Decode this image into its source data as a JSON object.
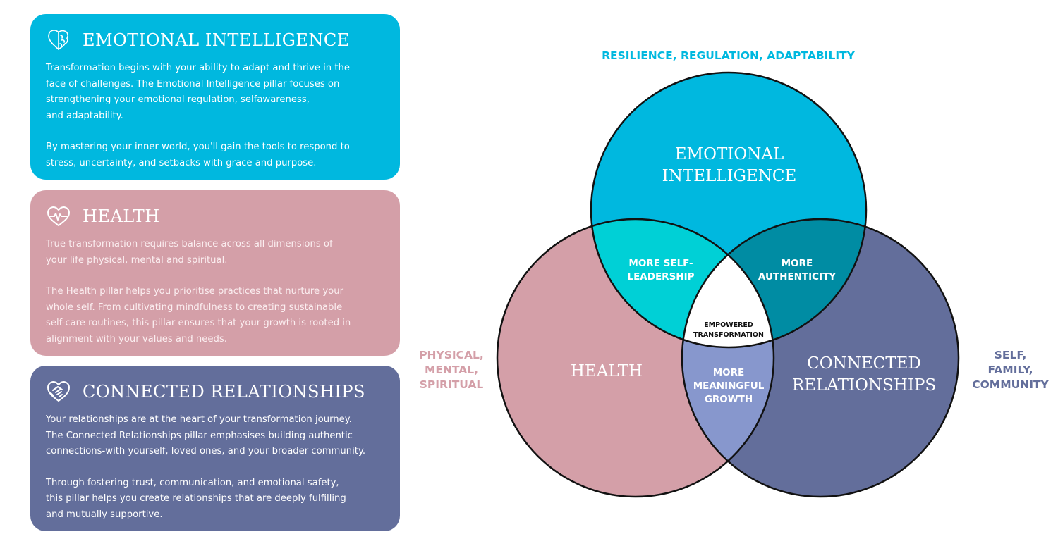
{
  "colors": {
    "emotional_intelligence": "#00b8df",
    "health": "#d49fa8",
    "connected_relationships": "#636e9b",
    "overlap_ei_health": "#00d0d6",
    "overlap_ei_relationships": "#008ca3",
    "overlap_health_relationships": "#8797cd",
    "center": "#ffffff"
  },
  "cards": [
    {
      "icon": "heart-brain-icon",
      "title": "EMOTIONAL INTELLIGENCE",
      "paragraphs": [
        "Transformation begins with your ability to adapt and thrive in the\nface of challenges. The Emotional Intelligence pillar focuses on\nstrengthening your emotional regulation, selfawareness,\nand adaptability.",
        "By mastering your inner world, you'll gain the tools to respond to\nstress, uncertainty, and setbacks with grace and purpose."
      ]
    },
    {
      "icon": "heart-pulse-icon",
      "title": "HEALTH",
      "paragraphs": [
        "True transformation requires balance across all dimensions of\nyour life physical, mental and spiritual.",
        "The Health pillar helps you prioritise practices that nurture your\nwhole self. From cultivating mindfulness to creating sustainable\nself-care routines, this pillar ensures that your growth is rooted in\nalignment with your values and needs."
      ]
    },
    {
      "icon": "heart-handshake-icon",
      "title": "CONNECTED RELATIONSHIPS",
      "paragraphs": [
        "Your relationships are at the heart of your transformation journey.\nThe Connected Relationships pillar emphasises building authentic\nconnections-with yourself, loved ones, and your broader community.",
        "Through fostering trust, communication, and emotional safety,\nthis pillar helps you create relationships that are deeply fulfilling\nand mutually supportive."
      ]
    }
  ],
  "venn": {
    "sets": {
      "top": {
        "line1": "EMOTIONAL",
        "line2": "INTELLIGENCE"
      },
      "left": {
        "line1": "HEALTH"
      },
      "right": {
        "line1": "CONNECTED",
        "line2": "RELATIONSHIPS"
      }
    },
    "overlaps": {
      "top_left": {
        "line1": "MORE SELF-",
        "line2": "LEADERSHIP"
      },
      "top_right": {
        "line1": "MORE",
        "line2": "AUTHENTICITY"
      },
      "bottom": {
        "line1": "MORE",
        "line2": "MEANINGFUL",
        "line3": "GROWTH"
      },
      "center": {
        "line1": "EMPOWERED",
        "line2": "TRANSFORMATION"
      }
    },
    "external_labels": {
      "top": "RESILIENCE, REGULATION, ADAPTABILITY",
      "left": [
        "PHYSICAL,",
        "MENTAL,",
        "SPIRITUAL"
      ],
      "right": [
        "SELF,",
        "FAMILY,",
        "COMMUNITY"
      ]
    }
  }
}
